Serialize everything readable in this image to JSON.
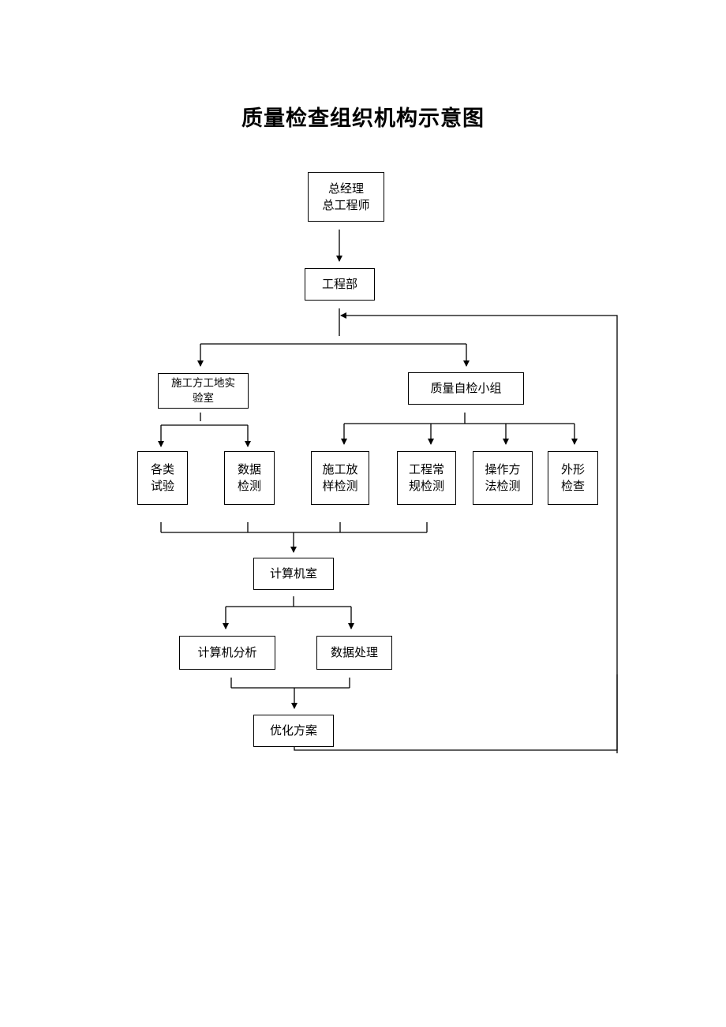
{
  "title": "质量检查组织机构示意图",
  "nodes": {
    "general_manager": "总经理\n总工程师",
    "engineering_dept": "工程部",
    "site_lab": "施工方工地实\n验室",
    "qc_team": "质量自检小组",
    "tests": "各类\n试验",
    "data_detection": "数据\n检测",
    "layout_detection": "施工放\n样检测",
    "routine_detection": "工程常\n规检测",
    "method_detection": "操作方\n法检测",
    "appearance_check": "外形\n检查",
    "computer_room": "计算机室",
    "computer_analysis": "计算机分析",
    "data_processing": "数据处理",
    "optimization_plan": "优化方案"
  },
  "edges": [
    [
      "general_manager",
      "engineering_dept"
    ],
    [
      "engineering_dept",
      "site_lab"
    ],
    [
      "engineering_dept",
      "qc_team"
    ],
    [
      "site_lab",
      "tests"
    ],
    [
      "site_lab",
      "data_detection"
    ],
    [
      "qc_team",
      "layout_detection"
    ],
    [
      "qc_team",
      "routine_detection"
    ],
    [
      "qc_team",
      "method_detection"
    ],
    [
      "qc_team",
      "appearance_check"
    ],
    [
      "tests",
      "computer_room"
    ],
    [
      "data_detection",
      "computer_room"
    ],
    [
      "layout_detection",
      "computer_room"
    ],
    [
      "routine_detection",
      "computer_room"
    ],
    [
      "computer_room",
      "computer_analysis"
    ],
    [
      "computer_room",
      "data_processing"
    ],
    [
      "computer_analysis",
      "optimization_plan"
    ],
    [
      "data_processing",
      "optimization_plan"
    ],
    [
      "optimization_plan",
      "engineering_dept"
    ]
  ]
}
